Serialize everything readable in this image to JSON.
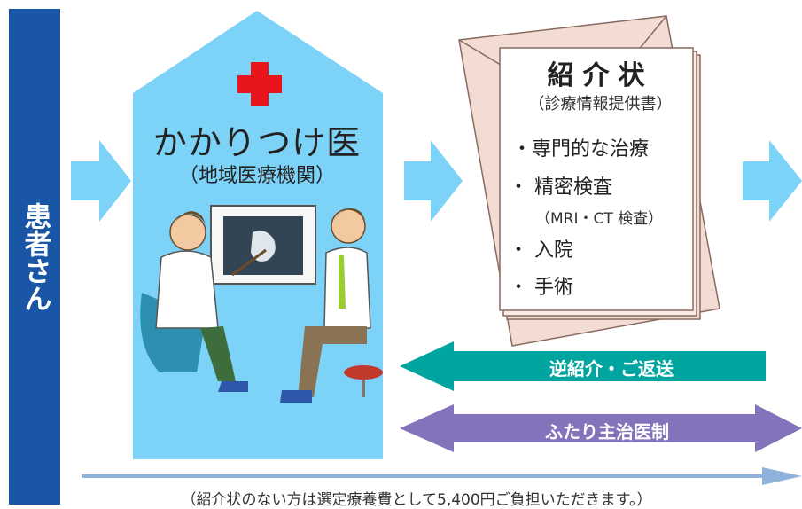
{
  "patient": {
    "label": "患者さん"
  },
  "clinic": {
    "title": "かかりつけ医",
    "subtitle": "（地域医療機関）"
  },
  "letter": {
    "title": "紹介状",
    "subtitle": "（診療情報提供書）",
    "items": [
      "・専門的な治療",
      "・ 精密検査",
      "・ 入院",
      "・ 手術"
    ],
    "note": "（MRI・CT 検査）"
  },
  "arrows": {
    "reverse_referral": "逆紹介・ご返送",
    "co_management": "ふたり主治医制"
  },
  "footnote": "（紹介状のない方は選定療養費として5,400円ご負担いただきます。）",
  "colors": {
    "patient_bar": "#1a56a6",
    "house": "#7dd3f7",
    "flow_arrow": "#7dd3f7",
    "cross": "#e8161c",
    "teal_arrow": "#00a5a0",
    "purple_arrow": "#8373ba",
    "envelope": "#f2dcd3",
    "timeline_arrow": "#8fb2dd"
  }
}
